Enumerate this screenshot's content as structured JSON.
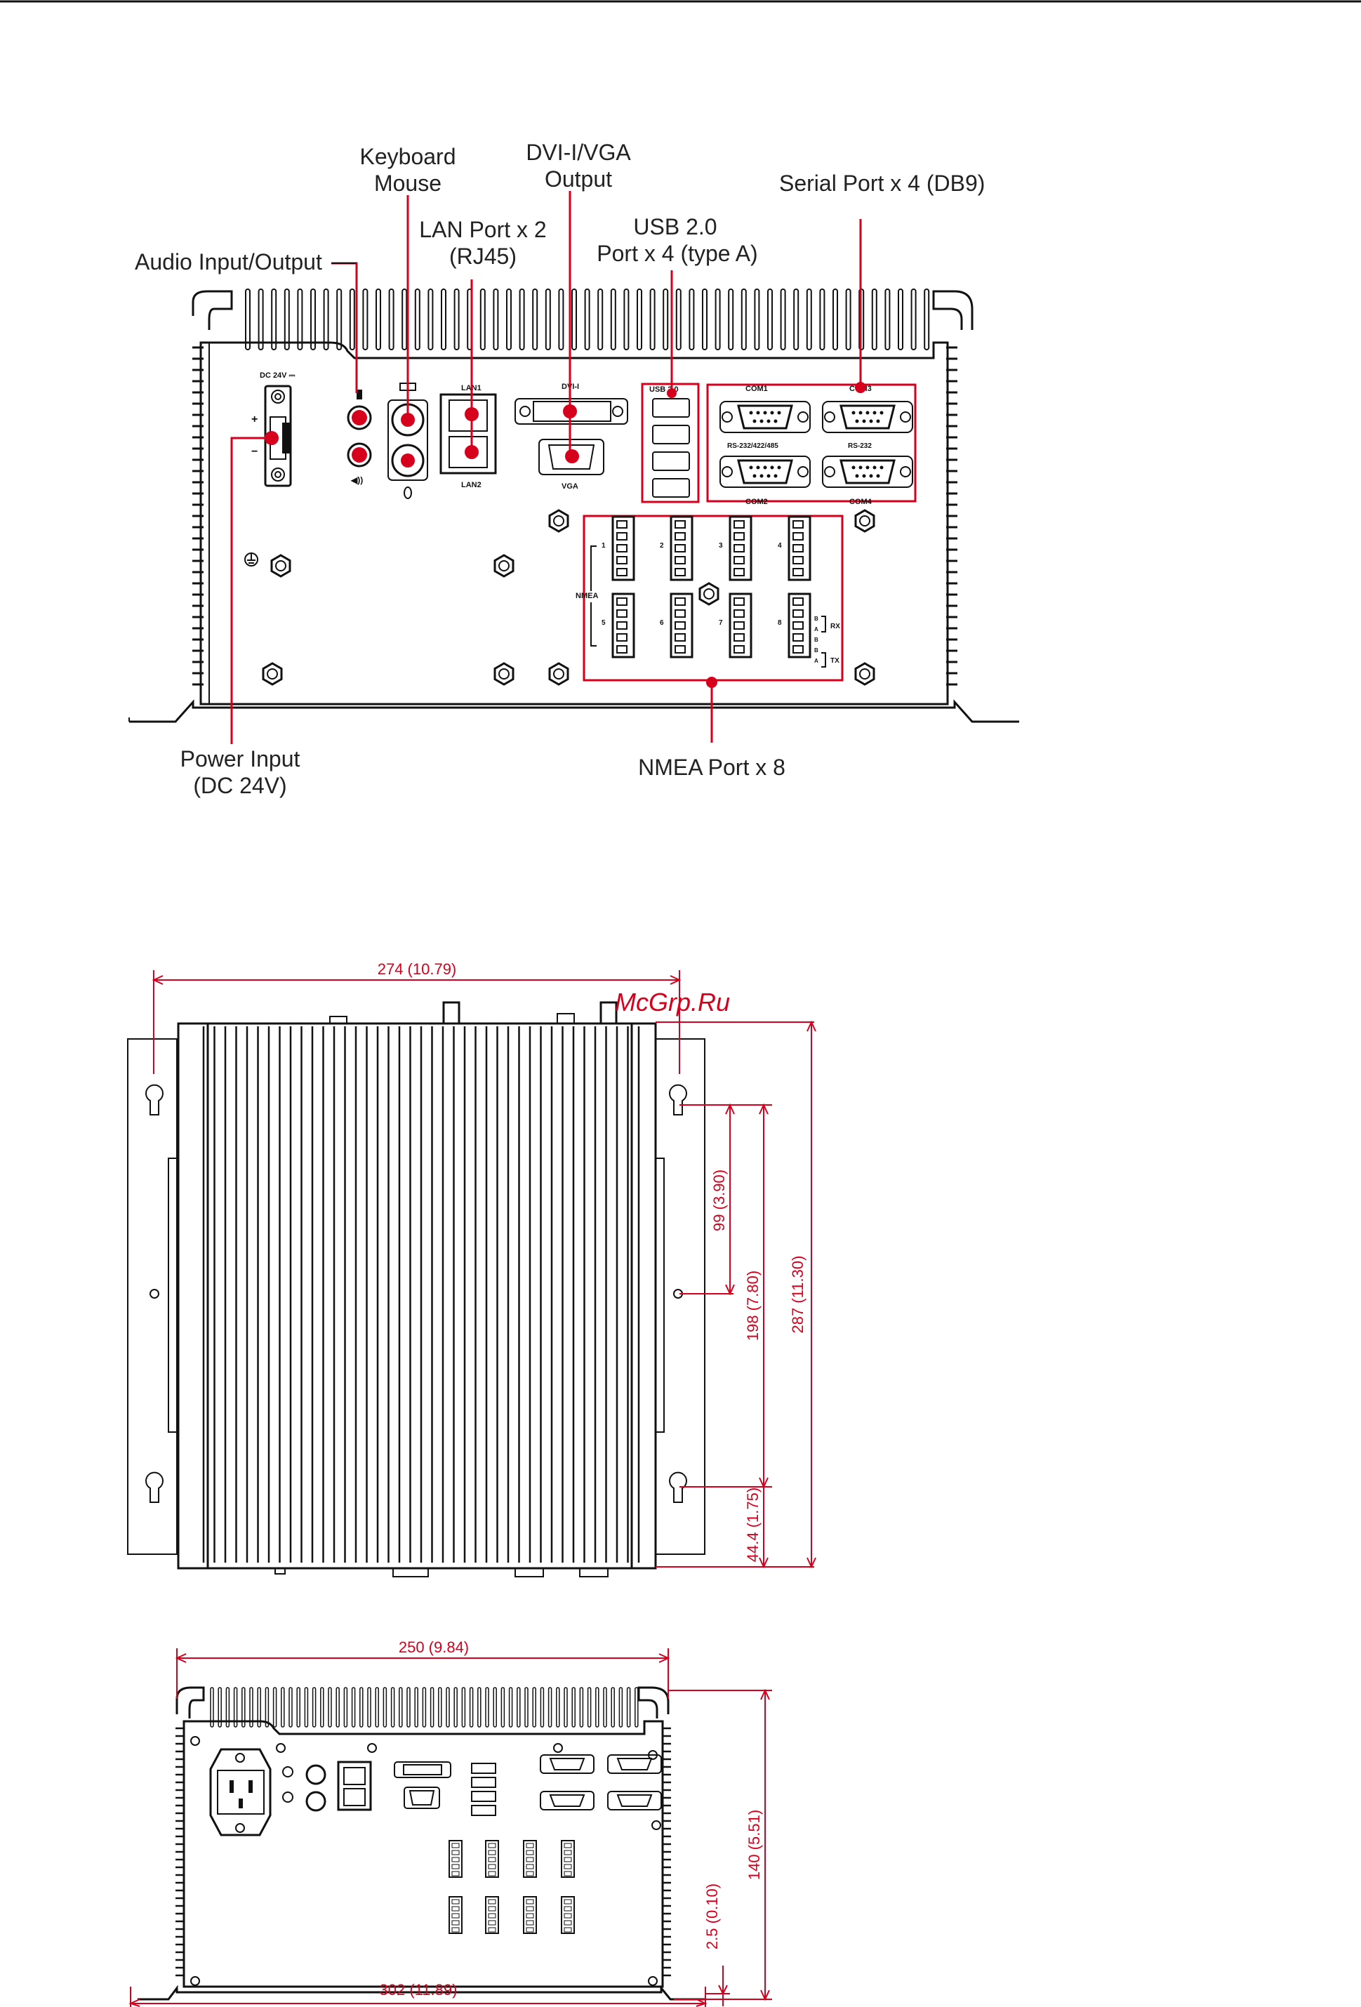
{
  "callouts": {
    "keyboard_mouse": [
      "Keyboard",
      "Mouse"
    ],
    "dvi_vga": [
      "DVI-I/VGA",
      "Output"
    ],
    "serial": "Serial Port  x 4 (DB9)",
    "lan": [
      "LAN Port x 2",
      "(RJ45)"
    ],
    "usb": [
      "USB 2.0",
      "Port x 4 (type A)"
    ],
    "audio": "Audio Input/Output",
    "power": [
      "Power Input",
      "(DC 24V)"
    ],
    "nmea": "NMEA Port x 8"
  },
  "panel_labels": {
    "dc": "DC 24V ⎓",
    "plus": "+",
    "minus": "−",
    "lan1": "LAN1",
    "lan2": "LAN2",
    "dvi": "DVI-I",
    "vga": "VGA",
    "usb": "USB 2.0",
    "com1": "COM1",
    "com3": "COM3",
    "com2": "COM2",
    "com4": "COM4",
    "rs_multi": "RS-232/422/485",
    "rs232": "RS-232",
    "nmea": "NMEA",
    "ports_top": [
      "1",
      "2",
      "3",
      "4"
    ],
    "ports_bottom": [
      "5",
      "6",
      "7",
      "8"
    ],
    "rx": "RX",
    "tx": "TX",
    "ba": [
      "B",
      "A",
      "B",
      "B",
      "A"
    ]
  },
  "dimensions": {
    "top_width": "274 (10.79)",
    "top_depth": "287 (11.30)",
    "hole_99": "99 (3.90)",
    "hole_198": "198 (7.80)",
    "hole_44": "44.4 (1.75)",
    "front_width": "250 (9.84)",
    "front_height": "140 (5.51)",
    "foot": "2.5 (0.10)",
    "overall_width": "302 (11.89)"
  },
  "watermark": "McGrp.Ru",
  "colors": {
    "accent": "#d6001c",
    "line": "#111111"
  }
}
